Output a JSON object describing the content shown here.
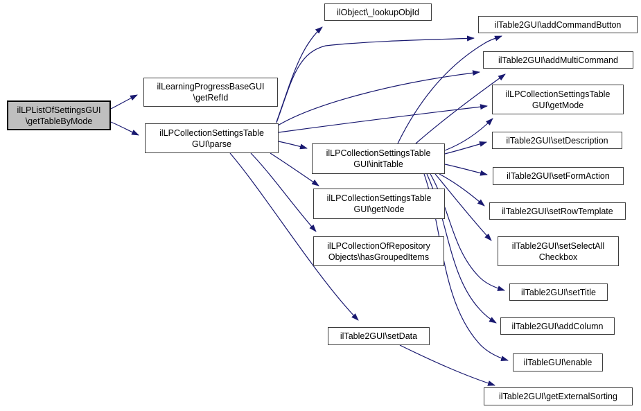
{
  "diagram": {
    "type": "call-graph",
    "direction": "left-to-right",
    "colors": {
      "edge": "#191970",
      "node_border": "#3d3d3d",
      "node_fill": "#ffffff",
      "root_fill": "#bfbfbf",
      "root_border": "#000000",
      "text": "#000000",
      "background": "#ffffff"
    },
    "root_label": "ilLPListOfSettingsGUI\\getTableByMode",
    "nodes": [
      {
        "id": "getTableByMode",
        "label": "ilLPListOfSettingsGUI\n\\getTableByMode",
        "root": true
      },
      {
        "id": "getRefId",
        "label": "ilLearningProgressBaseGUI\n\\getRefId"
      },
      {
        "id": "parse",
        "label": "ilLPCollectionSettingsTable\nGUI\\parse"
      },
      {
        "id": "lookupObjId",
        "label": "ilObject\\_lookupObjId"
      },
      {
        "id": "addCommandButton",
        "label": "ilTable2GUI\\addCommandButton"
      },
      {
        "id": "addMultiCommand",
        "label": "ilTable2GUI\\addMultiCommand"
      },
      {
        "id": "getMode",
        "label": "ilLPCollectionSettingsTable\nGUI\\getMode"
      },
      {
        "id": "setDescription",
        "label": "ilTable2GUI\\setDescription"
      },
      {
        "id": "setFormAction",
        "label": "ilTable2GUI\\setFormAction"
      },
      {
        "id": "initTable",
        "label": "ilLPCollectionSettingsTable\nGUI\\initTable"
      },
      {
        "id": "setRowTemplate",
        "label": "ilTable2GUI\\setRowTemplate"
      },
      {
        "id": "setSelectAllCheckbox",
        "label": "ilTable2GUI\\setSelectAll\nCheckbox"
      },
      {
        "id": "setTitle",
        "label": "ilTable2GUI\\setTitle"
      },
      {
        "id": "getNode",
        "label": "ilLPCollectionSettingsTable\nGUI\\getNode"
      },
      {
        "id": "hasGroupedItems",
        "label": "ilLPCollectionOfRepository\nObjects\\hasGroupedItems"
      },
      {
        "id": "setData",
        "label": "ilTable2GUI\\setData"
      },
      {
        "id": "addColumn",
        "label": "ilTable2GUI\\addColumn"
      },
      {
        "id": "enable",
        "label": "ilTableGUI\\enable"
      },
      {
        "id": "getExternalSorting",
        "label": "ilTable2GUI\\getExternalSorting"
      }
    ],
    "edges": [
      {
        "from": "getTableByMode",
        "to": "getRefId"
      },
      {
        "from": "getTableByMode",
        "to": "parse"
      },
      {
        "from": "parse",
        "to": "lookupObjId"
      },
      {
        "from": "parse",
        "to": "addCommandButton"
      },
      {
        "from": "parse",
        "to": "addMultiCommand"
      },
      {
        "from": "parse",
        "to": "getMode"
      },
      {
        "from": "parse",
        "to": "initTable"
      },
      {
        "from": "parse",
        "to": "getNode"
      },
      {
        "from": "parse",
        "to": "hasGroupedItems"
      },
      {
        "from": "parse",
        "to": "setData"
      },
      {
        "from": "initTable",
        "to": "addCommandButton"
      },
      {
        "from": "initTable",
        "to": "addMultiCommand"
      },
      {
        "from": "initTable",
        "to": "getMode"
      },
      {
        "from": "initTable",
        "to": "setDescription"
      },
      {
        "from": "initTable",
        "to": "setFormAction"
      },
      {
        "from": "initTable",
        "to": "setRowTemplate"
      },
      {
        "from": "initTable",
        "to": "setSelectAllCheckbox"
      },
      {
        "from": "initTable",
        "to": "setTitle"
      },
      {
        "from": "initTable",
        "to": "addColumn"
      },
      {
        "from": "initTable",
        "to": "enable"
      },
      {
        "from": "setData",
        "to": "getExternalSorting"
      }
    ]
  }
}
